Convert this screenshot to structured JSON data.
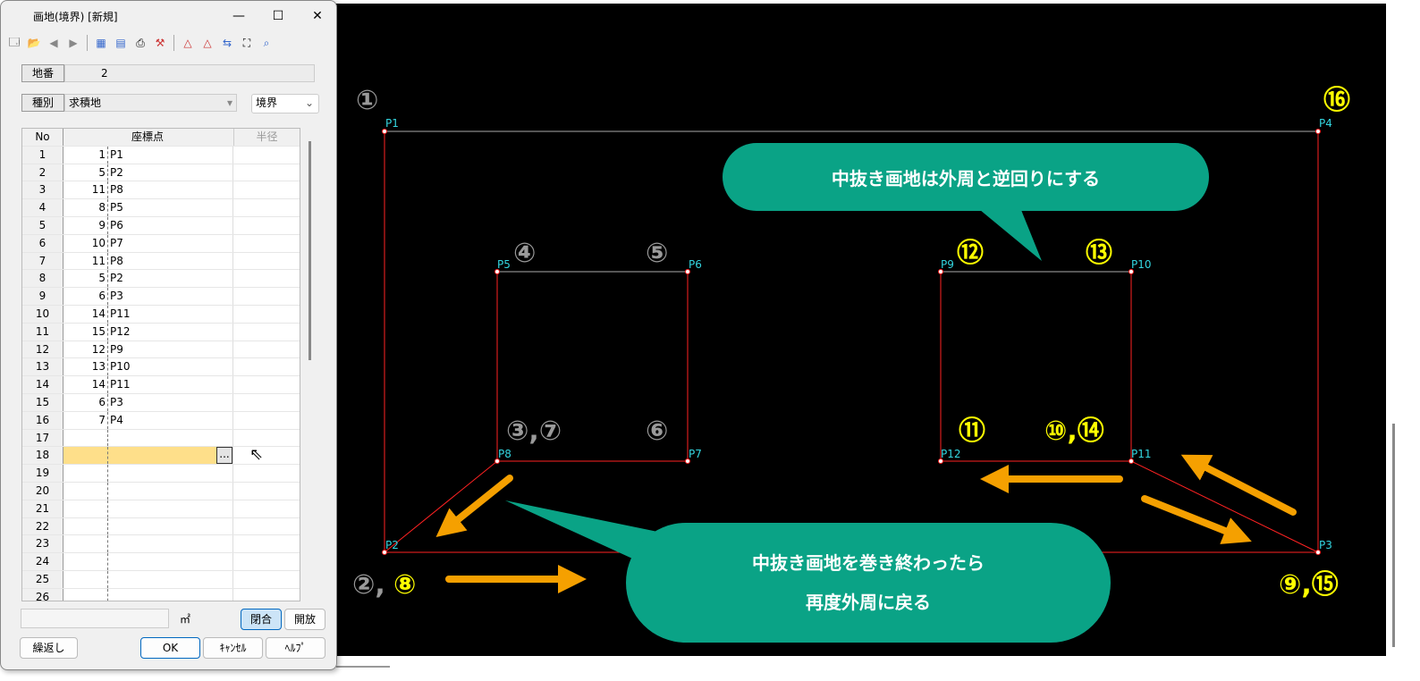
{
  "window": {
    "title": "画地(境界) [新規]",
    "minimize": "—",
    "maximize": "☐",
    "close": "✕"
  },
  "toolbar": [
    "new-icon",
    "open-icon",
    "prev-icon",
    "next-icon",
    "calculator-icon",
    "document-icon",
    "print-icon",
    "tools-icon",
    "triangle-icon",
    "triangle-add-icon",
    "swap-icon",
    "frame-icon",
    "zoom-point-icon"
  ],
  "form": {
    "chiban_label": "地番",
    "chiban_value": "2",
    "shubetsu_label": "種別",
    "shubetsu_value": "求積地",
    "type_select": "境界"
  },
  "grid": {
    "headers": [
      "No",
      "座標点",
      "半径"
    ],
    "rows": [
      {
        "no": "1",
        "num": "1",
        "pt": "P1"
      },
      {
        "no": "2",
        "num": "5",
        "pt": "P2"
      },
      {
        "no": "3",
        "num": "11",
        "pt": "P8"
      },
      {
        "no": "4",
        "num": "8",
        "pt": "P5"
      },
      {
        "no": "5",
        "num": "9",
        "pt": "P6"
      },
      {
        "no": "6",
        "num": "10",
        "pt": "P7"
      },
      {
        "no": "7",
        "num": "11",
        "pt": "P8"
      },
      {
        "no": "8",
        "num": "5",
        "pt": "P2"
      },
      {
        "no": "9",
        "num": "6",
        "pt": "P3"
      },
      {
        "no": "10",
        "num": "14",
        "pt": "P11"
      },
      {
        "no": "11",
        "num": "15",
        "pt": "P12"
      },
      {
        "no": "12",
        "num": "12",
        "pt": "P9"
      },
      {
        "no": "13",
        "num": "13",
        "pt": "P10"
      },
      {
        "no": "14",
        "num": "14",
        "pt": "P11"
      },
      {
        "no": "15",
        "num": "6",
        "pt": "P3"
      },
      {
        "no": "16",
        "num": "7",
        "pt": "P4"
      },
      {
        "no": "17",
        "num": "",
        "pt": ""
      },
      {
        "no": "18",
        "num": "",
        "pt": ""
      },
      {
        "no": "19",
        "num": "",
        "pt": ""
      },
      {
        "no": "20",
        "num": "",
        "pt": ""
      },
      {
        "no": "21",
        "num": "",
        "pt": ""
      },
      {
        "no": "22",
        "num": "",
        "pt": ""
      },
      {
        "no": "23",
        "num": "",
        "pt": ""
      },
      {
        "no": "24",
        "num": "",
        "pt": ""
      },
      {
        "no": "25",
        "num": "",
        "pt": ""
      },
      {
        "no": "26",
        "num": "",
        "pt": ""
      }
    ],
    "ellipsis": "..."
  },
  "footer": {
    "area_unit": "㎡",
    "close_btn": "閉合",
    "open_btn": "開放",
    "repeat_btn": "繰返し",
    "ok": "OK",
    "cancel": "ｷｬﾝｾﾙ",
    "help": "ﾍﾙﾌﾟ"
  },
  "drawing": {
    "points": {
      "P1": "P1",
      "P2": "P2",
      "P3": "P3",
      "P4": "P4",
      "P5": "P5",
      "P6": "P6",
      "P7": "P7",
      "P8": "P8",
      "P9": "P9",
      "P10": "P10",
      "P11": "P11",
      "P12": "P12"
    },
    "markers": {
      "m1": "①",
      "m28a": "②,",
      "m28b": "⑧",
      "m37": "③,⑦",
      "m4": "④",
      "m5": "⑤",
      "m6": "⑥",
      "m915": "⑨,⑮",
      "m1014": "⑩,⑭",
      "m11": "⑪",
      "m12": "⑫",
      "m13": "⑬",
      "m16": "⑯"
    },
    "callout1": "中抜き画地は外周と逆回りにする",
    "callout2_line1": "中抜き画地を巻き終わったら",
    "callout2_line2": "再度外周に戻る",
    "colors": {
      "boundary": "#ff2a2a",
      "point_label": "#33d6e0",
      "gray_marker": "#9a9a9a",
      "yellow_marker": "#ffff00",
      "arrow": "#f5a000",
      "callout": "#0aa386"
    }
  }
}
